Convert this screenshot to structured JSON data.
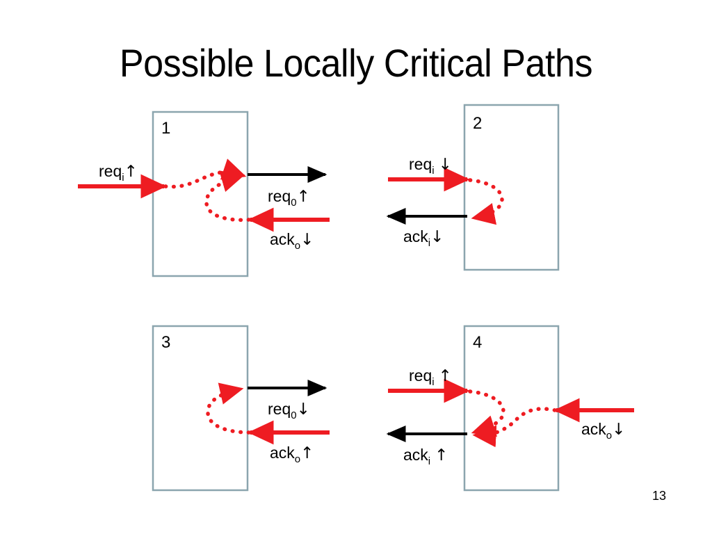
{
  "slide": {
    "title": "Possible Locally Critical Paths",
    "page_number": "13",
    "background_color": "#ffffff",
    "accent_red": "#ee1c22",
    "box_border_color": "#8ba5ae",
    "black": "#000000"
  },
  "panels": [
    {
      "number": "1",
      "signals": [
        {
          "name": "req-i-rise",
          "base": "req",
          "sub": "i",
          "transition": "↑",
          "side": "left",
          "direction": "in",
          "color": "#ee1c22"
        },
        {
          "name": "req-0-rise",
          "base": "req",
          "sub": "0",
          "transition": "↑",
          "side": "right",
          "direction": "out",
          "color": "#000000"
        },
        {
          "name": "ack-o-fall",
          "base": "ack",
          "sub": "o",
          "transition": "↓",
          "side": "right",
          "direction": "in",
          "color": "#ee1c22"
        }
      ],
      "paths": [
        {
          "name": "req-i-to-req-0",
          "from": "req-i-rise",
          "to": "req-0-rise"
        },
        {
          "name": "ack-o-to-req-0",
          "from": "ack-o-fall",
          "to": "req-0-rise"
        }
      ]
    },
    {
      "number": "2",
      "signals": [
        {
          "name": "req-i-fall",
          "base": "req",
          "sub": "i",
          "transition": "↓",
          "side": "left",
          "direction": "in",
          "color": "#ee1c22",
          "spaced": true
        },
        {
          "name": "ack-i-fall",
          "base": "ack",
          "sub": "i",
          "transition": "↓",
          "side": "left",
          "direction": "out",
          "color": "#000000"
        }
      ],
      "paths": [
        {
          "name": "req-i-to-ack-i",
          "from": "req-i-fall",
          "to": "ack-i-fall"
        }
      ]
    },
    {
      "number": "3",
      "signals": [
        {
          "name": "req-0-fall",
          "base": "req",
          "sub": "0",
          "transition": "↓",
          "side": "right",
          "direction": "out",
          "color": "#000000"
        },
        {
          "name": "ack-o-rise",
          "base": "ack",
          "sub": "o",
          "transition": "↑",
          "side": "right",
          "direction": "in",
          "color": "#ee1c22"
        }
      ],
      "paths": [
        {
          "name": "ack-o-to-req-0",
          "from": "ack-o-rise",
          "to": "req-0-fall"
        }
      ]
    },
    {
      "number": "4",
      "signals": [
        {
          "name": "req-i-rise",
          "base": "req",
          "sub": "i",
          "transition": "↑",
          "side": "left",
          "direction": "in",
          "color": "#ee1c22",
          "spaced": true
        },
        {
          "name": "ack-i-rise",
          "base": "ack",
          "sub": "i",
          "transition": "↑",
          "side": "left",
          "direction": "out",
          "color": "#000000",
          "spaced": true
        },
        {
          "name": "ack-o-fall",
          "base": "ack",
          "sub": "o",
          "transition": "↓",
          "side": "right",
          "direction": "in",
          "color": "#ee1c22"
        }
      ],
      "paths": [
        {
          "name": "req-i-to-ack-i",
          "from": "req-i-rise",
          "to": "ack-i-rise"
        },
        {
          "name": "ack-o-to-ack-i",
          "from": "ack-o-fall",
          "to": "ack-i-rise"
        }
      ]
    }
  ]
}
